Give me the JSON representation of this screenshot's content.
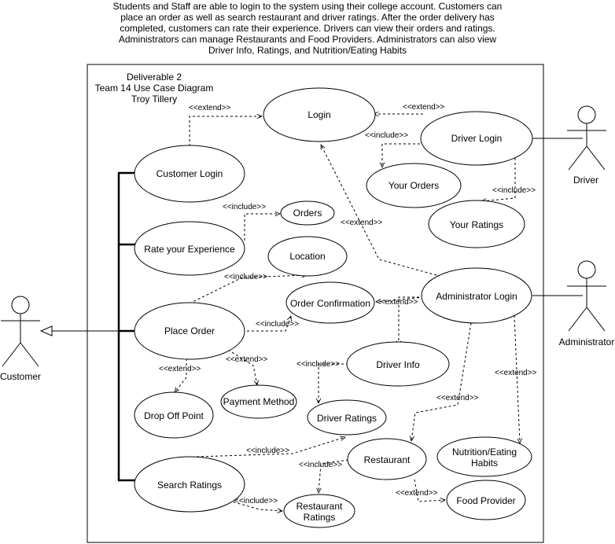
{
  "description": [
    "Students and Staff are able to login to the system using their college account. Customers can",
    "place an order as well as search restaurant and driver ratings. After the order delivery has",
    "completed, customers can rate their experience. Drivers can view their orders and ratings.",
    "Administrators can manage Restaurants and Food Providers. Administrators can also view",
    "Driver Info, Ratings, and Nutrition/Eating Habits"
  ],
  "system_title": [
    "Deliverable 2",
    "Team 14 Use Case Diagram",
    "Troy Tillery"
  ],
  "actors": {
    "customer": "Customer",
    "driver": "Driver",
    "administrator": "Administrator"
  },
  "use_cases": {
    "login": [
      "Login"
    ],
    "customer_login": [
      "Customer Login"
    ],
    "driver_login": [
      "Driver Login"
    ],
    "your_orders": [
      "Your Orders"
    ],
    "your_ratings": [
      "Your Ratings"
    ],
    "orders": [
      "Orders"
    ],
    "rate_experience": [
      "Rate your Experience"
    ],
    "location": [
      "Location"
    ],
    "order_confirmation": [
      "Order Confirmation"
    ],
    "place_order": [
      "Place Order"
    ],
    "administrator_login": [
      "Administrator Login"
    ],
    "driver_info": [
      "Driver Info"
    ],
    "drop_off_point": [
      "Drop Off Point"
    ],
    "payment_method": [
      "Payment Method"
    ],
    "driver_ratings": [
      "Driver Ratings"
    ],
    "nutrition": [
      "Nutrition/Eating",
      "Habits"
    ],
    "restaurant": [
      "Restaurant"
    ],
    "search_ratings": [
      "Search Ratings"
    ],
    "restaurant_ratings": [
      "Restaurant",
      "Ratings"
    ],
    "food_provider": [
      "Food Provider"
    ]
  },
  "stereotypes": {
    "extend": "<<extend>>",
    "include": "<<include>>"
  }
}
